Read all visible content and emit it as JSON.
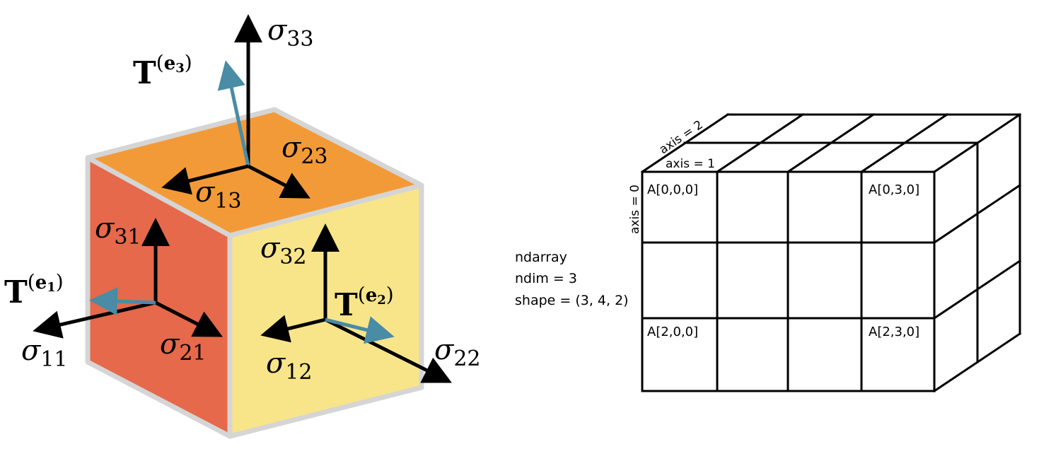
{
  "stress_cube": {
    "colors": {
      "top_face": "#F39A38",
      "left_face": "#E5694A",
      "right_face": "#F8E58A",
      "edge": "#D5D5D5",
      "traction_arrow": "#4A8BA6",
      "component_arrow": "#000000"
    },
    "labels": {
      "sigma": "σ",
      "sigma_33_sub": "33",
      "sigma_23_sub": "23",
      "sigma_13_sub": "13",
      "sigma_31_sub": "31",
      "sigma_32_sub": "32",
      "sigma_11_sub": "11",
      "sigma_21_sub": "21",
      "sigma_12_sub": "12",
      "sigma_22_sub": "22",
      "T": "T",
      "e3": "e",
      "e3_sub": "3",
      "e1": "e",
      "e1_sub": "1",
      "e2": "e",
      "e2_sub": "2",
      "paren_open": "(",
      "paren_close": ")"
    }
  },
  "ndarray_diagram": {
    "info": {
      "line1": "ndarray",
      "line2": "ndim = 3",
      "line3": "shape = (3, 4, 2)"
    },
    "axis_labels": {
      "axis0": "axis = 0",
      "axis1": "axis = 1",
      "axis2": "axis = 2"
    },
    "cell_labels": {
      "a000": "A[0,0,0]",
      "a030": "A[0,3,0]",
      "a200": "A[2,0,0]",
      "a230": "A[2,3,0]"
    }
  }
}
